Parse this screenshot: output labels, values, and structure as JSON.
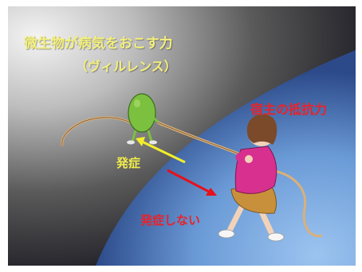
{
  "labels": {
    "virulence_title": "微生物が病気をおこす力",
    "virulence_subtitle": "（ヴィルレンス）",
    "host_resistance": "宿主の抵抗力",
    "onset": "発症",
    "no_onset": "発症しない"
  },
  "colors": {
    "title_yellow": "#f4f07a",
    "host_red": "#e8232a",
    "onset_arrow": "#f2ee2a",
    "no_onset_arrow": "#e8101a",
    "planet_blue": "#5a8fd0",
    "microbe_green": "#7cc040",
    "sweater_pink": "#d8308e",
    "skirt_tan": "#c8903a"
  },
  "illustration": {
    "microbe": "green-microbe-figure",
    "person": "girl-pulling-rope",
    "rope": "tug-of-war-rope",
    "planet": "blue-host-surface"
  }
}
